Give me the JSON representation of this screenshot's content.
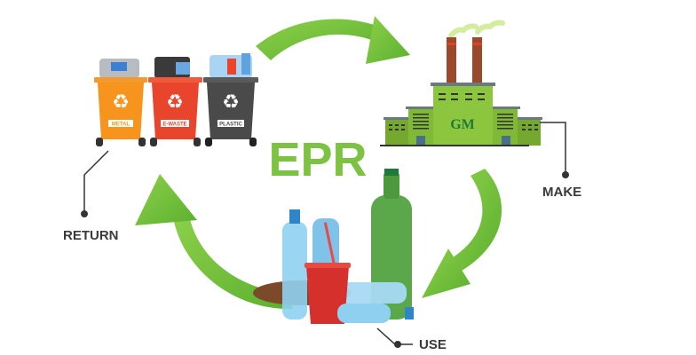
{
  "title": "EPR",
  "stages": {
    "make": "MAKE",
    "use": "USE",
    "return": "RETURN"
  },
  "bins": [
    {
      "label": "METAL",
      "color": "#f7941d"
    },
    {
      "label": "E-WASTE",
      "color": "#e8452c"
    },
    {
      "label": "PLASTIC",
      "color": "#4a4a4a"
    }
  ],
  "factory_logo": "GM",
  "colors": {
    "accent": "#7dc242",
    "arrow": "#6cbf3a",
    "text": "#3a3a3a"
  }
}
